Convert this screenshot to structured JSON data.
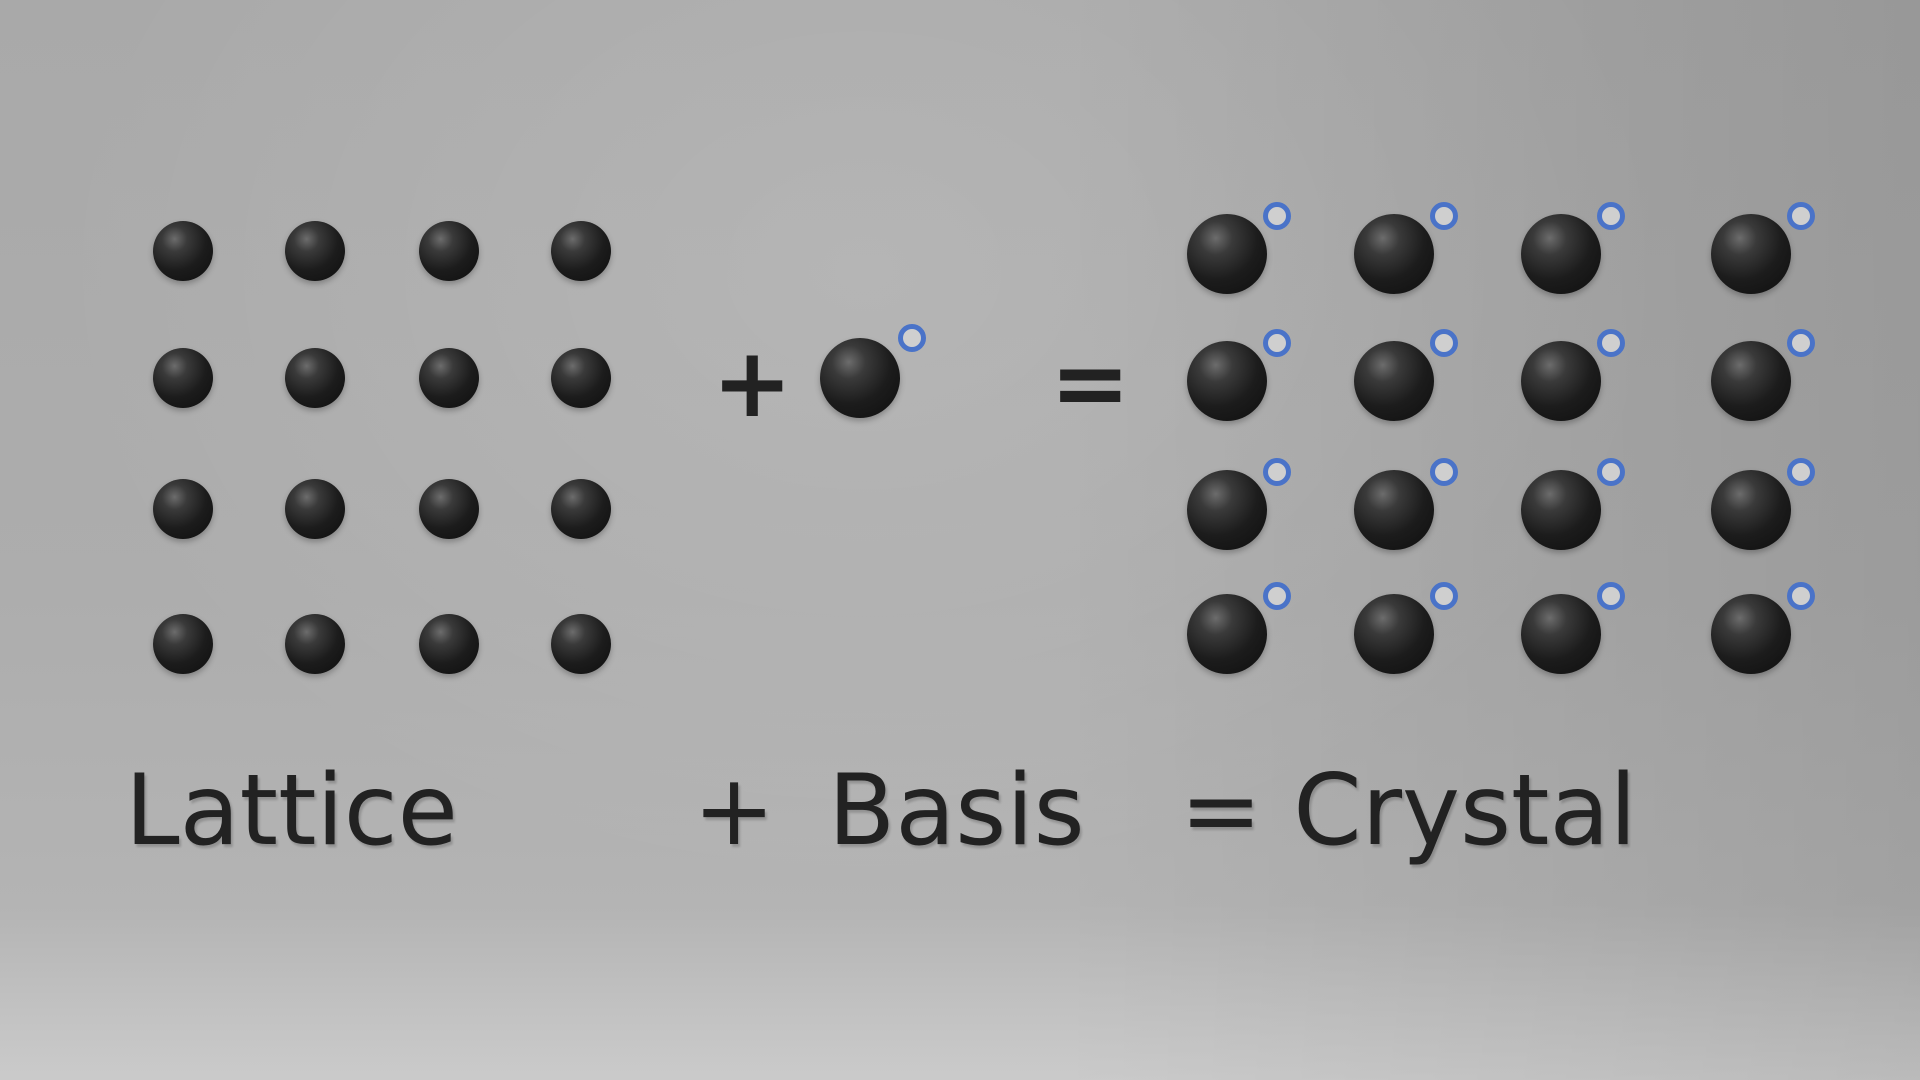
{
  "symbols": {
    "plus": "+",
    "equals": "="
  },
  "labels": {
    "lattice": "Lattice",
    "plus": "+",
    "basis": "Basis",
    "equals": "= Crystal"
  },
  "colors": {
    "atom": "#1c1c1c",
    "basis_atom": "#4a73c8",
    "text": "#222222"
  },
  "lattice": {
    "rows": 4,
    "columns": 4
  },
  "crystal": {
    "rows": 4,
    "columns": 4,
    "atoms_per_site": 2
  }
}
